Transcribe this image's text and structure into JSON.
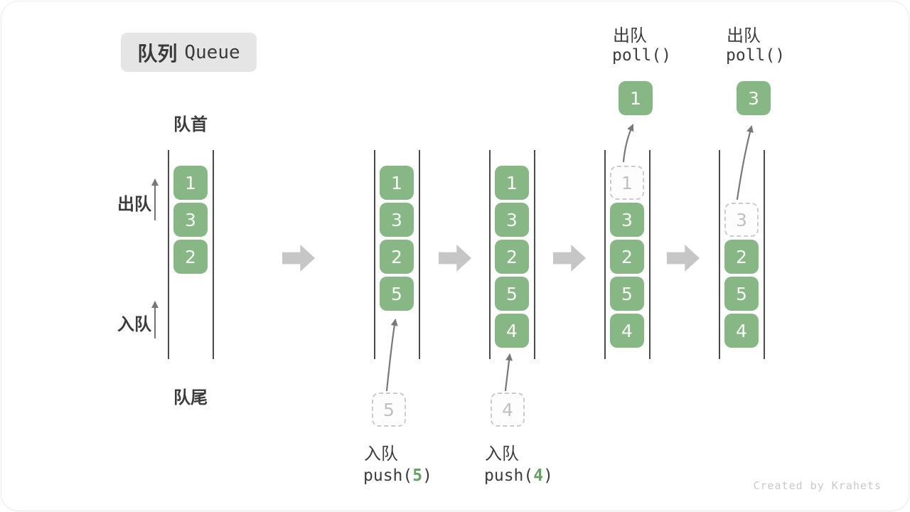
{
  "title": {
    "zh": "队列",
    "en": "Queue"
  },
  "side_labels": {
    "front": "队首",
    "rear": "队尾",
    "dequeue": "出队",
    "enqueue": "入队"
  },
  "columns": [
    {
      "cells": [
        "1",
        "3",
        "2"
      ]
    },
    {
      "cells": [
        "1",
        "3",
        "2",
        "5"
      ],
      "incoming": "5"
    },
    {
      "cells": [
        "1",
        "3",
        "2",
        "5",
        "4"
      ],
      "incoming": "4"
    },
    {
      "cells": [
        "3",
        "2",
        "5",
        "4"
      ],
      "removed": "1",
      "out": "1"
    },
    {
      "cells": [
        "2",
        "5",
        "4"
      ],
      "removed": "3",
      "out": "3"
    }
  ],
  "operations": {
    "push5": {
      "label": "入队",
      "fn": "push(",
      "arg": "5",
      "close": ")"
    },
    "push4": {
      "label": "入队",
      "fn": "push(",
      "arg": "4",
      "close": ")"
    },
    "poll1": {
      "label": "出队",
      "code": "poll()"
    },
    "poll2": {
      "label": "出队",
      "code": "poll()"
    }
  },
  "watermark": "Created by Krahets",
  "colors": {
    "box_green": "#87b785",
    "arg_green": "#64a264",
    "block_arrow_gray": "#c6c6c6",
    "dashed_border": "#cccccc",
    "label_dark": "#3c3c3c",
    "badge_bg": "#e5e5e5",
    "watermark_gray": "#c9c9c9"
  }
}
